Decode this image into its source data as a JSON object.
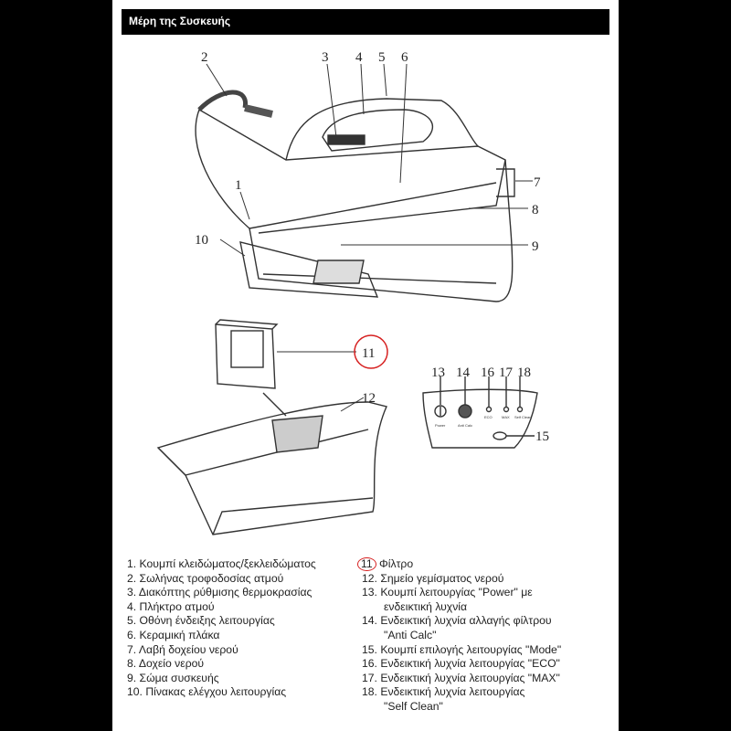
{
  "header": {
    "title": "Μέρη της Συσκευής"
  },
  "callouts": [
    "1",
    "2",
    "3",
    "4",
    "5",
    "6",
    "7",
    "8",
    "9",
    "10",
    "11",
    "12",
    "13",
    "14",
    "15",
    "16",
    "17",
    "18"
  ],
  "panel_labels": {
    "power": "Power",
    "anticalc": "Anti Calc",
    "eco": "ECO",
    "max": "MAX",
    "selfclean": "Self Clean"
  },
  "accent_color": "#d62020",
  "parts_left": [
    "1. Κουμπί κλειδώματος/ξεκλειδώματος",
    "2. Σωλήνας τροφοδοσίας ατμού",
    "3. Διακόπτης ρύθμισης θερμοκρασίας",
    "4. Πλήκτρο ατμού",
    "5. Οθόνη ένδειξης λειτουργίας",
    "6. Κεραμική πλάκα",
    "7. Λαβή δοχείου νερού",
    "8. Δοχείο νερού",
    "9. Σώμα συσκευής",
    "10. Πίνακας ελέγχου λειτουργίας"
  ],
  "parts_right": {
    "item11_num": "11",
    "item11_label": "Φίλτρο",
    "lines": [
      "12. Σημείο γεμίσματος νερού",
      "13. Κουμπί λειτουργίας \"Power\" με",
      "ενδεικτική λυχνία",
      "14. Ενδεικτική λυχνία αλλαγής φίλτρου",
      "\"Anti Calc\"",
      "15. Κουμπί επιλογής λειτουργίας \"Mode\"",
      "16. Ενδεικτική λυχνία λειτουργίας \"ECO\"",
      "17. Ενδεικτική λυχνία λειτουργίας \"MAX\"",
      "18. Ενδεικτική λυχνία λειτουργίας",
      "\"Self Clean\""
    ]
  }
}
